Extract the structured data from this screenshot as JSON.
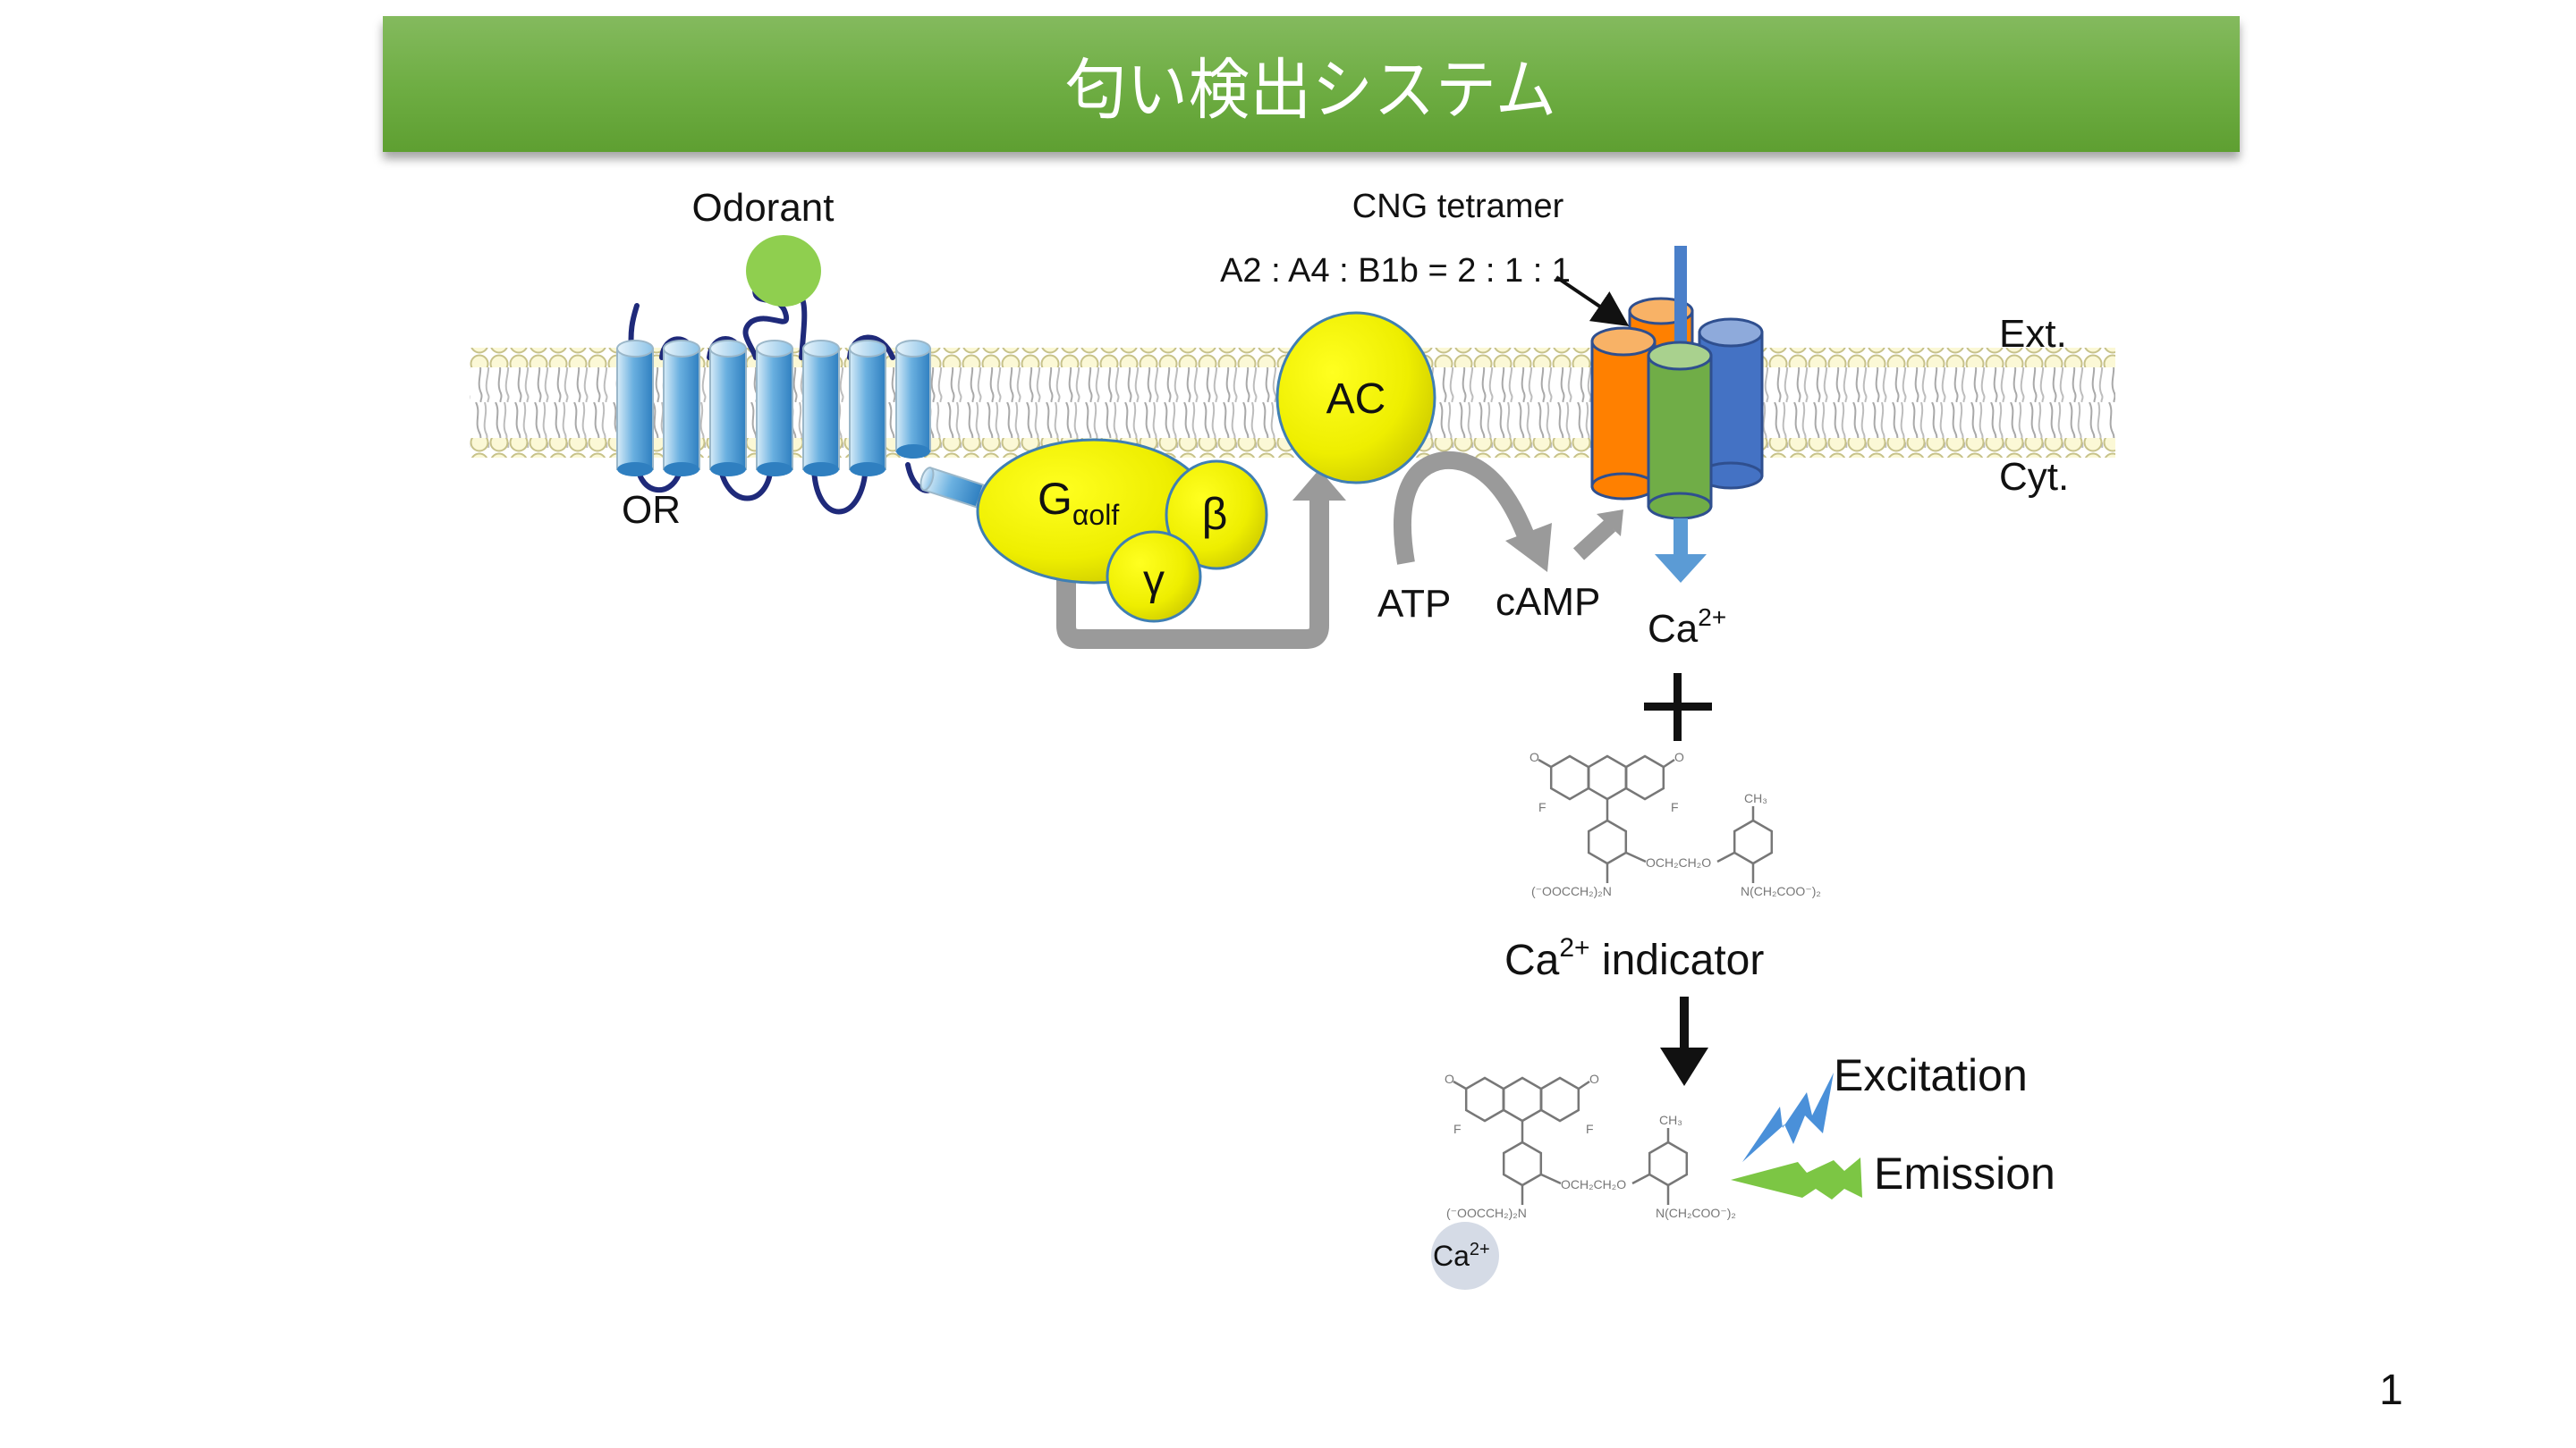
{
  "slide": {
    "title": "匂い検出システム",
    "page_number": "1",
    "theme_colors": {
      "banner_top": "#84ba5e",
      "banner_bottom": "#5e9f31",
      "odorant": "#8fcf4f",
      "receptor_blue": "#3f8fcf",
      "g_protein_yellow": "#f2f000",
      "cng_orange": "#ff8000",
      "cng_green": "#70ad47",
      "cng_blue": "#4472c4",
      "ca_flux_blue": "#5b9bd5",
      "excitation_blue": "#4a90d9",
      "emission_green": "#7cc644",
      "pathway_gray": "#9a9a9a"
    }
  },
  "diagram": {
    "membrane": {
      "extracellular_label": "Ext.",
      "cytoplasmic_label": "Cyt."
    },
    "odorant_label": "Odorant",
    "receptor_label": "OR",
    "g_protein": {
      "alpha_main": "G",
      "alpha_sub": "αolf",
      "beta": "β",
      "gamma": "γ"
    },
    "adenylyl_cyclase_label": "AC",
    "atp_label": "ATP",
    "camp_label": "cAMP",
    "cng": {
      "title": "CNG tetramer",
      "stoichiometry": "A2 : A4 : B1b = 2 : 1 : 1"
    },
    "calcium": {
      "base": "Ca",
      "charge": "2+"
    },
    "plus_sign": "+",
    "indicator": {
      "label_base": "Ca",
      "label_charge": "2+",
      "label_rest": " indicator"
    },
    "bound_calcium": {
      "base": "Ca",
      "charge": "2+"
    },
    "excitation_label": "Excitation",
    "emission_label": "Emission",
    "chem_labels": {
      "left_group": "(⁻OOCCH₂)₂N",
      "linker": "OCH₂CH₂O",
      "right_group": "N(CH₂COO⁻)₂",
      "methyl": "CH₃",
      "fluorine": "F",
      "oxygen": "O"
    }
  }
}
